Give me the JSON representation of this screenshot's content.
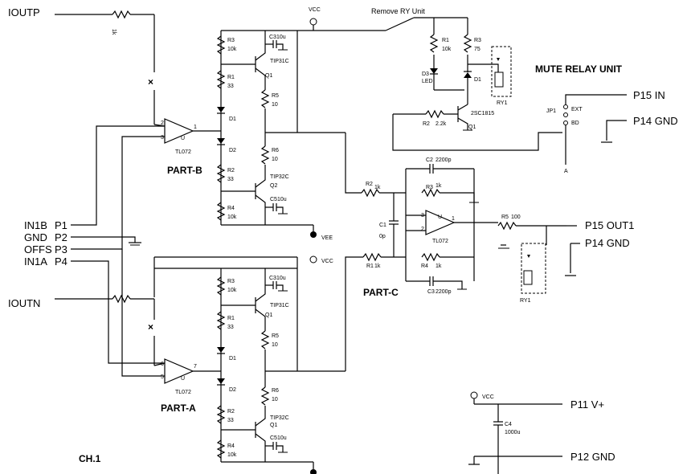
{
  "ports": {
    "ioutp": "IOUTP",
    "ioutn": "IOUTN",
    "in1b": "IN1B",
    "gnd": "GND",
    "offs": "OFFS",
    "in1a": "IN1A",
    "p1": "P1",
    "p2": "P2",
    "p3": "P3",
    "p4": "P4",
    "p15_in": "P15 IN",
    "p14_gnd_top": "P14 GND",
    "p15_out1": "P15 OUT1",
    "p14_gnd_mid": "P14 GND",
    "p11_vplus": "P11 V+",
    "p12_gnd": "P12 GND"
  },
  "sections": {
    "part_b": "PART-B",
    "part_a": "PART-A",
    "part_c": "PART-C",
    "mute": "MUTE RELAY UNIT",
    "ch1": "CH.1",
    "remove_ry": "Remove RY Unit"
  },
  "partB": {
    "vcc": "VCC",
    "vee": "VEE",
    "r3": "R3",
    "r3v": "10k",
    "c3": "C3",
    "c3v": "10u",
    "q1t": "TIP31C",
    "q1": "Q1",
    "r1": "R1",
    "r1v": "33",
    "r5": "R5",
    "r5v": "10",
    "d1": "D1",
    "d2": "D2",
    "r6": "R6",
    "r6v": "10",
    "r2": "R2",
    "r2v": "33",
    "q2t": "TIP32C",
    "q2": "Q2",
    "c5": "C5",
    "c5v": "10u",
    "r4": "R4",
    "r4v": "10k",
    "opamp": "TL072",
    "u": "U",
    "pin2": "2",
    "pin3": "3",
    "pin1": "1"
  },
  "partA": {
    "vcc": "VCC",
    "r3": "R3",
    "r3v": "10k",
    "c3": "C3",
    "c3v": "10u",
    "q1t": "TIP31C",
    "q1": "Q1",
    "r1": "R1",
    "r1v": "33",
    "r5": "R5",
    "r5v": "10",
    "d1": "D1",
    "d2": "D2",
    "r6": "R6",
    "r6v": "10",
    "r2": "R2",
    "r2v": "33",
    "q2t": "TIP32C",
    "q2": "Q1",
    "c5": "C5",
    "c5v": "10u",
    "r4": "R4",
    "r4v": "10k",
    "opamp": "TL072",
    "u": "U",
    "pin6": "6",
    "pin5": "5",
    "pin7": "7"
  },
  "partC": {
    "c2": "C2",
    "c2v": "2200p",
    "r2": "R2",
    "r2v": "1k",
    "r3": "R3",
    "r3v": "1k",
    "c1": "C1",
    "c1v": "0p",
    "r1": "R1",
    "r1v": "1k",
    "r4": "R4",
    "r4v": "1k",
    "c3": "C3",
    "c3v": "2200p",
    "opamp": "TL072",
    "u": "U",
    "pin3": "3",
    "pin2": "2",
    "pin1": "1",
    "r5": "R5",
    "r5v": "100",
    "ry": "RY1"
  },
  "mute": {
    "r1": "R1",
    "r1v": "10k",
    "r3": "R3",
    "r3v": "75",
    "d3": "D3",
    "led": "LED",
    "d1": "D1",
    "ry": "RY1",
    "r2": "R2",
    "r2v": "2.2k",
    "q1t": "2SC1815",
    "q1": "Q1",
    "jp1": "JP1",
    "ext": "EXT",
    "bd": "BD",
    "a": "A"
  },
  "supply": {
    "vcc": "VCC",
    "c4": "C4",
    "c4v": "1000u"
  },
  "marks": {
    "x": "×",
    "rlabel": "1k"
  }
}
